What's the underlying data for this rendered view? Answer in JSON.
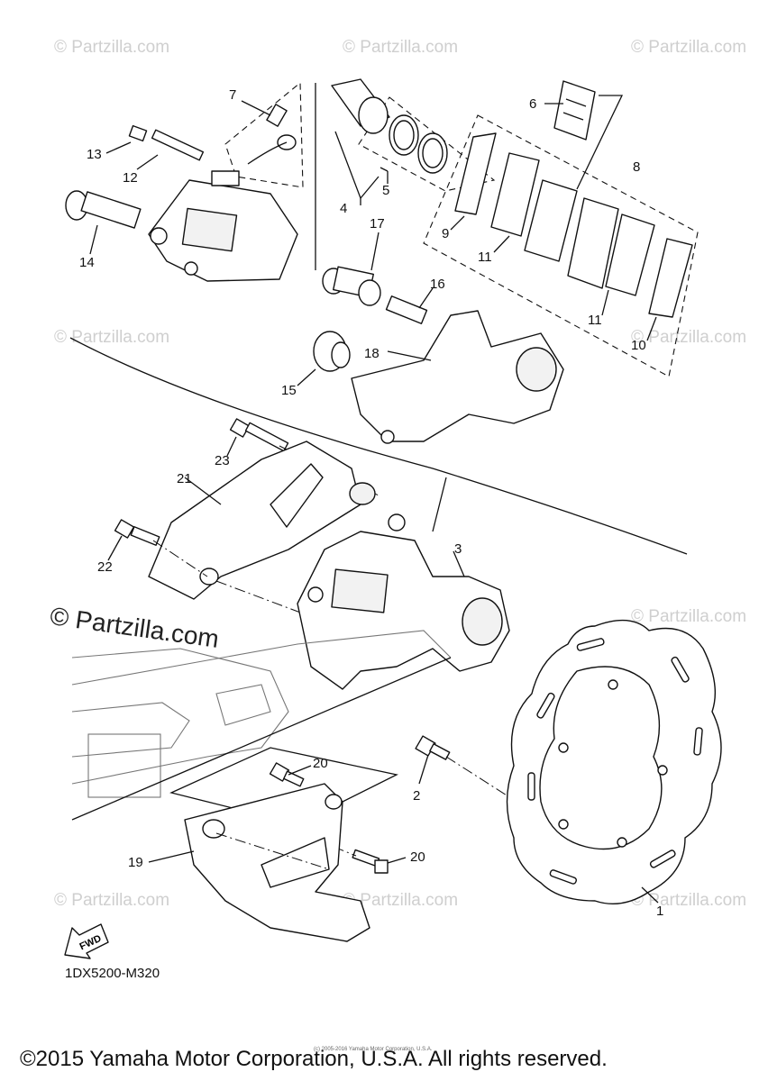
{
  "watermarks": {
    "small": "© Partzilla.com",
    "main": "© Partzilla.com"
  },
  "callouts": {
    "c1": "1",
    "c2": "2",
    "c3": "3",
    "c4": "4",
    "c5": "5",
    "c6": "6",
    "c7": "7",
    "c8": "8",
    "c9": "9",
    "c10": "10",
    "c11a": "11",
    "c11b": "11",
    "c12": "12",
    "c13": "13",
    "c14": "14",
    "c15": "15",
    "c16": "16",
    "c17": "17",
    "c18": "18",
    "c19": "19",
    "c20a": "20",
    "c20b": "20",
    "c21": "21",
    "c22": "22",
    "c23": "23"
  },
  "fwd_label": "FWD",
  "diagram_code": "1DX5200-M320",
  "small_credit": "(c) 2005-2016 Yamaha Motor Corporation, U.S.A.",
  "copyright": "©2015 Yamaha Motor Corporation, U.S.A. All rights reserved."
}
